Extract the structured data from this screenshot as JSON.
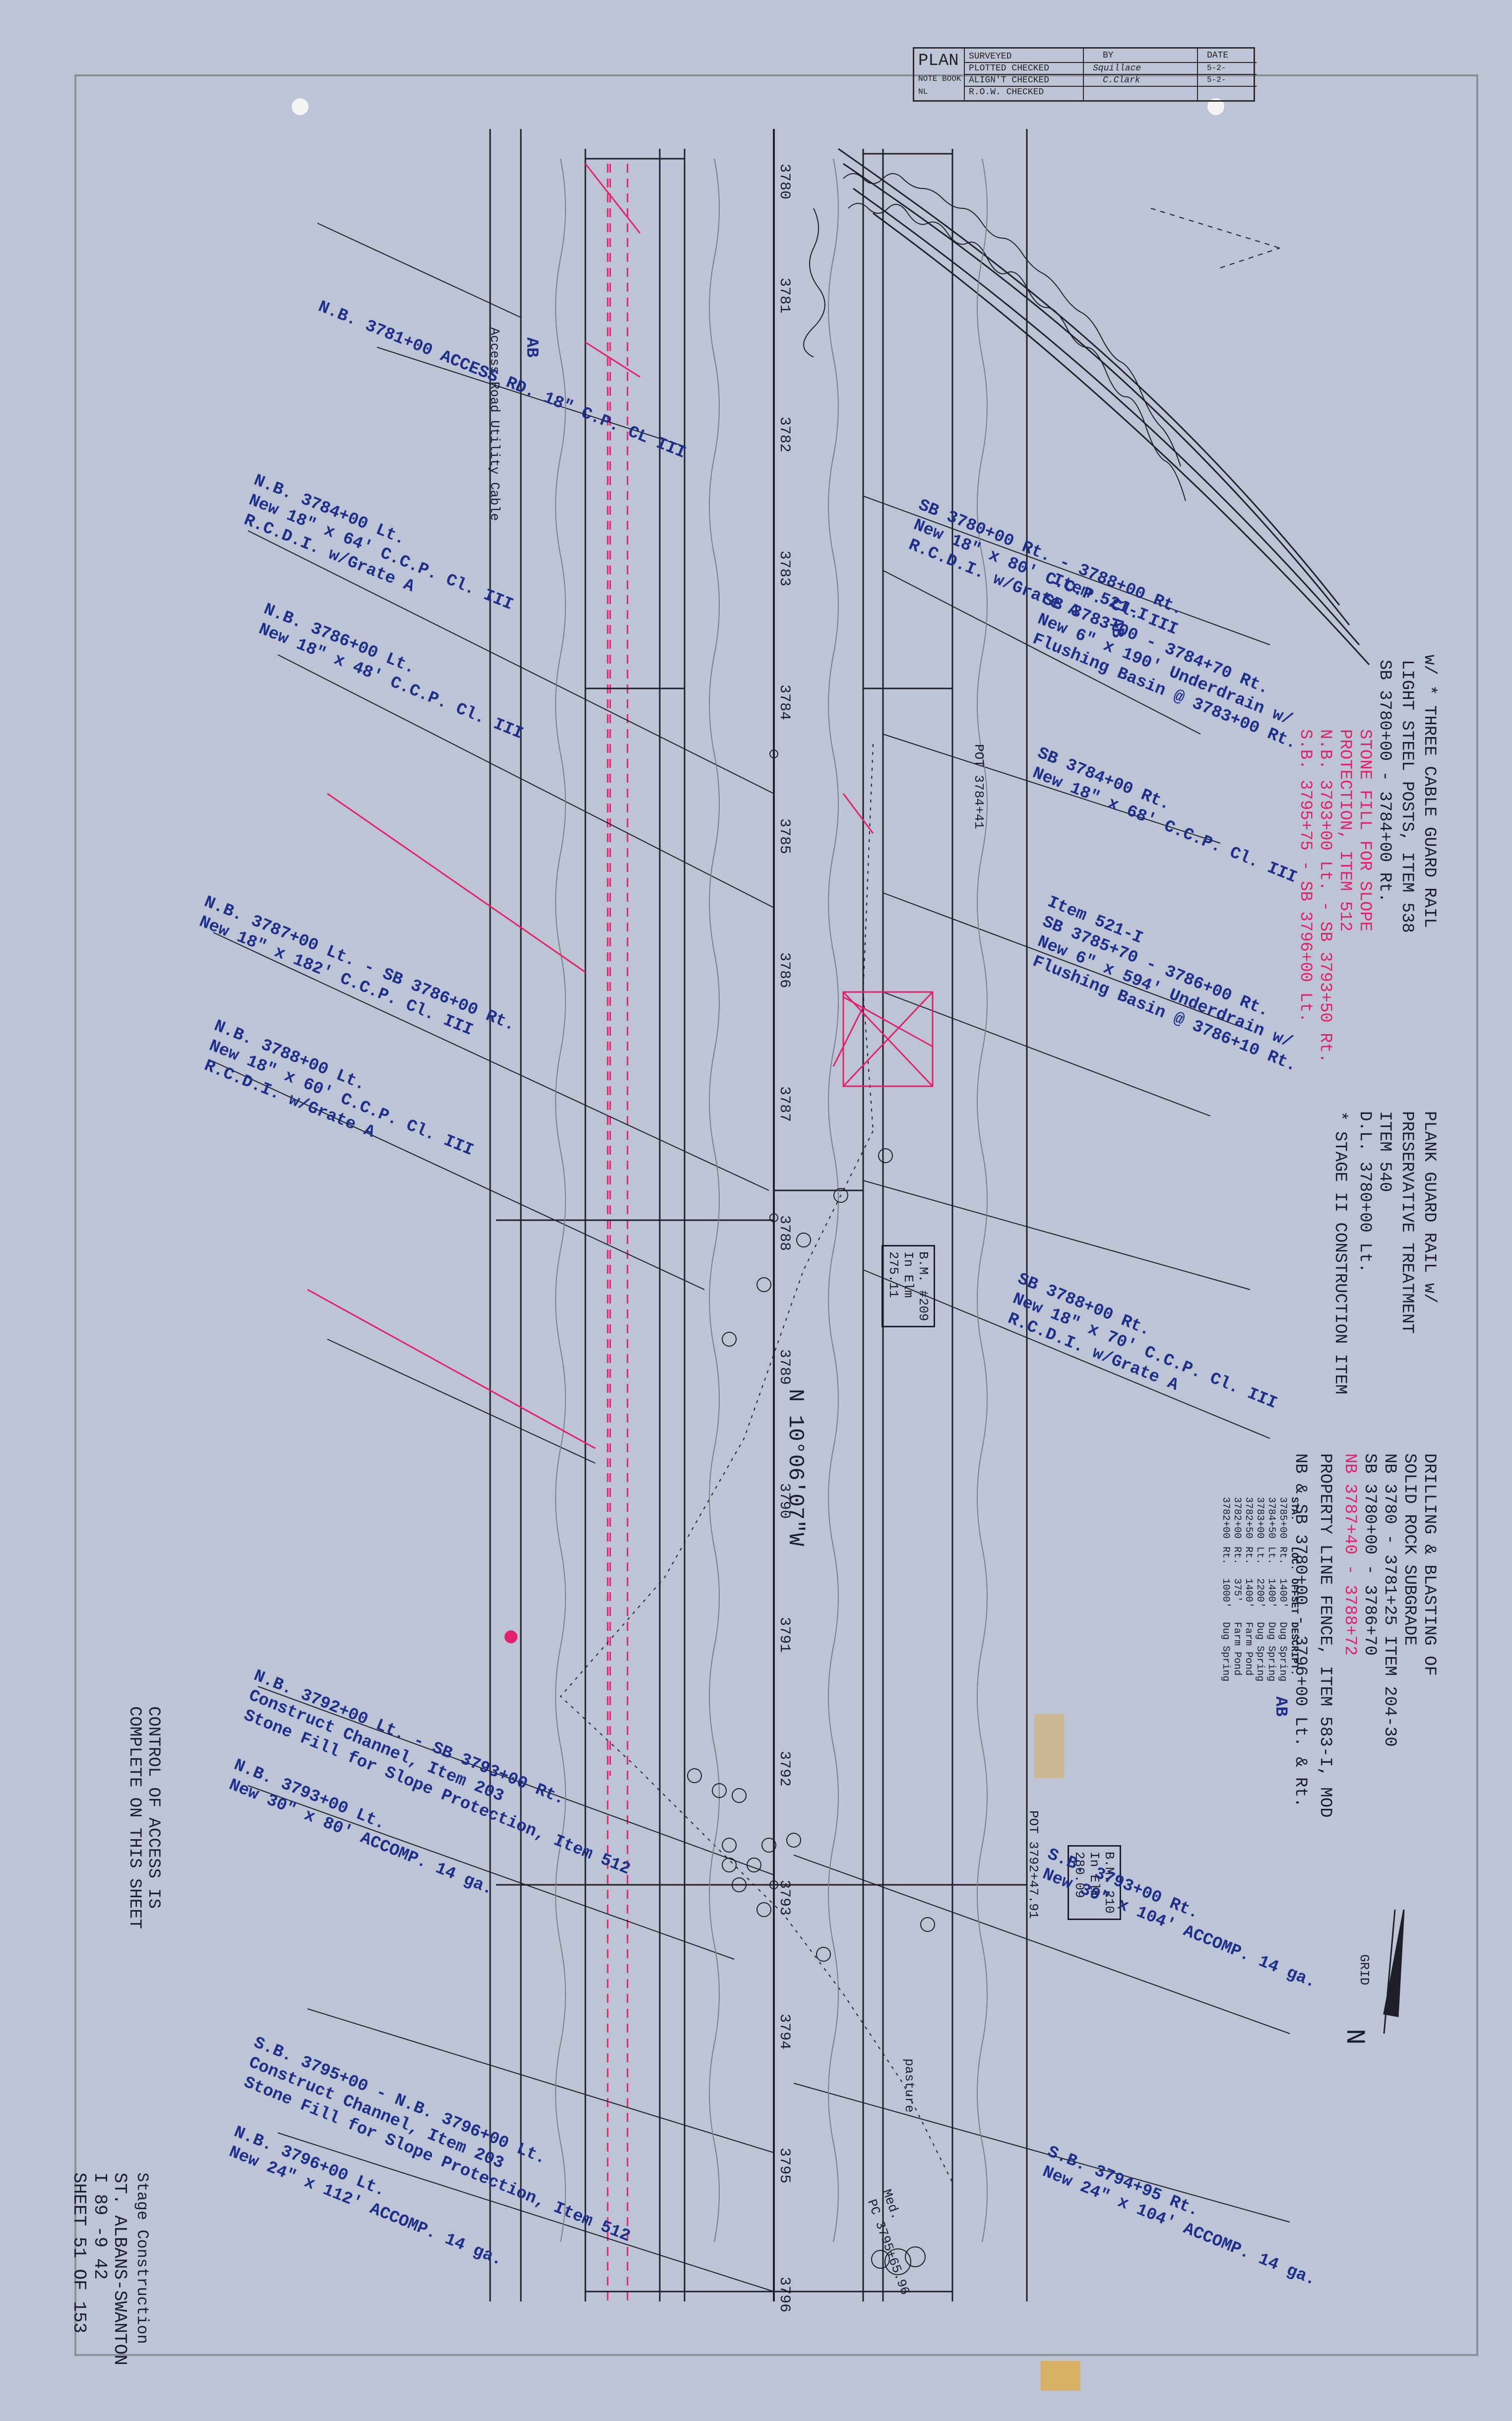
{
  "title_block": {
    "plan": "PLAN",
    "surveyed": "SURVEYED",
    "plotted": "PLOTTED CHECKED",
    "note_book": "NOTE BOOK",
    "align": "ALIGN'T CHECKED",
    "nl": "NL",
    "row": "R.O.W. CHECKED",
    "by": "BY",
    "date": "DATE",
    "by_1": "Squillace",
    "by_2": "C.Clark",
    "date_1": "5-2-",
    "date_2": "5-2-"
  },
  "sheet": {
    "project_a": "ST. ALBANS-SWANTON",
    "project_b": "I 89 -9",
    "project_b_suffix": "42",
    "sheet_label": "SHEET",
    "sheet_no": "51",
    "sheet_of": "OF",
    "sheet_total": "153",
    "stage": "Stage",
    "construction": "Construction",
    "control_1": "CONTROL OF ACCESS IS",
    "control_2": "COMPLETE ON THIS SHEET"
  },
  "stations": [
    "3780",
    "3781",
    "3782",
    "3783",
    "3784",
    "3785",
    "3786",
    "3787",
    "3788",
    "3789",
    "3790",
    "3791",
    "3792",
    "3793",
    "3794",
    "3795",
    "3796"
  ],
  "bearing": "N 10°06'07\"W",
  "left_notes": [
    {
      "text": "N.B. 3781+00 ACCESS RD. 18\" C.P. CL III",
      "color": "blue"
    },
    {
      "text": "N.B. 3784+00 Lt.",
      "color": "blue"
    },
    {
      "text": "New 18\" x 64' C.C.P. Cl. III",
      "color": "blue"
    },
    {
      "text": "R.C.D.I. w/Grate A",
      "color": "blue"
    },
    {
      "text": "N.B. 3786+00 Lt.",
      "color": "blue"
    },
    {
      "text": "New 18\" x 48' C.C.P. Cl. III",
      "color": "blue"
    },
    {
      "text": "N.B. 3787+00 Lt. - SB 3786+00 Rt.",
      "color": "blue"
    },
    {
      "text": "New 18\" x 182' C.C.P. Cl. III",
      "color": "blue"
    },
    {
      "text": "N.B. 3788+00 Lt.",
      "color": "blue"
    },
    {
      "text": "New 18\" x 60' C.C.P. Cl. III",
      "color": "blue"
    },
    {
      "text": "R.C.D.I. w/Grate A",
      "color": "blue"
    }
  ],
  "right_notes": [
    {
      "text": "SB 3780+00 Rt. - 3788+00 Rt.",
      "color": "blue"
    },
    {
      "text": "New 18\" x 80' C.C.P. Cl. III",
      "color": "blue"
    },
    {
      "text": "R.C.D.I. w/Grate A",
      "color": "blue"
    },
    {
      "text": "Item 521-I",
      "color": "blue"
    },
    {
      "text": "SB 3783+00 - 3784+70 Rt.",
      "color": "blue"
    },
    {
      "text": "New 6\" x 190' Underdrain w/",
      "color": "blue"
    },
    {
      "text": "Flushing Basin @ 3783+00 Rt.",
      "color": "blue"
    },
    {
      "text": "SB 3784+00 Rt.",
      "color": "blue"
    },
    {
      "text": "New 18\" x 68' C.C.P. Cl. III",
      "color": "blue"
    },
    {
      "text": "Item 521-I",
      "color": "blue"
    },
    {
      "text": "SB 3785+70 - 3786+00 Rt.",
      "color": "blue"
    },
    {
      "text": "New 6\" x 594' Underdrain w/",
      "color": "blue"
    },
    {
      "text": "Flushing Basin @ 3786+10 Rt.",
      "color": "blue"
    },
    {
      "text": "SB 3788+00 Rt.",
      "color": "blue"
    },
    {
      "text": "New 18\" x 70' C.C.P. Cl. III",
      "color": "blue"
    },
    {
      "text": "R.C.D.I. w/Grate A",
      "color": "blue"
    }
  ],
  "spec_notes": [
    {
      "text": "w/ * THREE CABLE GUARD RAIL",
      "color": "dark"
    },
    {
      "text": "LIGHT STEEL POSTS, ITEM 538",
      "color": "dark"
    },
    {
      "text": "SB 3780+00 - 3784+00 Rt.",
      "color": "dark"
    },
    {
      "text": "STONE FILL FOR SLOPE",
      "color": "red"
    },
    {
      "text": "PROTECTION, ITEM 512",
      "color": "red"
    },
    {
      "text": "N.B. 3793+00 Lt. - SB 3793+50 Rt.",
      "color": "red"
    },
    {
      "text": "S.B. 3795+75 - SB 3796+00 Lt.",
      "color": "red"
    },
    {
      "text": "PLANK GUARD RAIL w/",
      "color": "dark"
    },
    {
      "text": "PRESERVATIVE TREATMENT",
      "color": "dark"
    },
    {
      "text": "ITEM 540",
      "color": "dark"
    },
    {
      "text": "D.L. 3780+00 Lt.",
      "color": "dark"
    },
    {
      "text": "* STAGE II CONSTRUCTION ITEM",
      "color": "dark"
    },
    {
      "text": "DRILLING & BLASTING OF",
      "color": "dark"
    },
    {
      "text": "SOLID ROCK SUBGRADE",
      "color": "dark"
    },
    {
      "text": "NB 3780 - 3781+25 ITEM 204-30",
      "color": "dark"
    },
    {
      "text": "SB 3780+00 - 3786+70",
      "color": "dark"
    },
    {
      "text": "NB 3787+40 - 3788+72",
      "color": "red"
    },
    {
      "text": "PROPERTY LINE FENCE, ITEM 583-I, MOD",
      "color": "dark"
    },
    {
      "text": "NB & SB 3780+00 - 3796+00 Lt. & Rt.",
      "color": "dark"
    }
  ],
  "bottom_notes": [
    {
      "text": "N.B. 3792+00 Lt. - SB 3793+00 Rt.",
      "color": "blue"
    },
    {
      "text": "Construct Channel, Item 203",
      "color": "blue"
    },
    {
      "text": "Stone Fill for Slope Protection, Item 512",
      "color": "blue"
    },
    {
      "text": "N.B. 3793+00 Lt.",
      "color": "blue"
    },
    {
      "text": "New 30\" x 80' ACCOMP. 14 ga.",
      "color": "blue"
    },
    {
      "text": "S.B. 3793+00 Rt.",
      "color": "blue"
    },
    {
      "text": "New 30\" x 104' ACCOMP. 14 ga.",
      "color": "blue"
    },
    {
      "text": "S.B. 3795+00 - N.B. 3796+00 Lt.",
      "color": "blue"
    },
    {
      "text": "Construct Channel, Item 203",
      "color": "blue"
    },
    {
      "text": "Stone Fill for Slope Protection, Item 512",
      "color": "blue"
    },
    {
      "text": "N.B. 3796+00 Lt.",
      "color": "blue"
    },
    {
      "text": "New 24\" x 112' ACCOMP. 14 ga.",
      "color": "blue"
    },
    {
      "text": "S.B. 3794+95 Rt.",
      "color": "blue"
    },
    {
      "text": "New 24\" x 104' ACCOMP. 14 ga.",
      "color": "blue"
    }
  ],
  "boxes": [
    {
      "line1": "B.M. #209",
      "line2": "In Elm",
      "line3": "275.11"
    },
    {
      "line1": "B.M. 210",
      "line2": "In Elm",
      "line3": "280.09"
    }
  ],
  "labels": {
    "pot_1": "POT 3784+41",
    "pot_2": "POT 3792+47.91",
    "access": "Access Road Utility Cable",
    "pc": "PC 3795+65.96",
    "med": "Med.",
    "pasture": "pasture",
    "north": "N",
    "grid": "GRID",
    "ab": "AB"
  },
  "fence_table": {
    "headers": [
      "STA.",
      "LOC.",
      "OFFSET",
      "DESCRIPT."
    ],
    "rows": [
      [
        "3785+00",
        "Rt.",
        "1400'",
        "Dug Spring"
      ],
      [
        "3784+50",
        "Lt.",
        "1400'",
        "Dug Spring"
      ],
      [
        "3783+00",
        "Lt.",
        "2200'",
        "Dug Spring"
      ],
      [
        "3782+50",
        "Rt.",
        "1400'",
        "Farm Pond"
      ],
      [
        "3782+00",
        "Rt.",
        "375'",
        "Farm Pond"
      ],
      [
        "3782+00",
        "Rt.",
        "1000'",
        "Dug Spring"
      ]
    ]
  },
  "colors": {
    "paper": "#bcc4d6",
    "ink": "#1c1c30",
    "red": "#e2216e",
    "blue": "#1e2f8a"
  }
}
